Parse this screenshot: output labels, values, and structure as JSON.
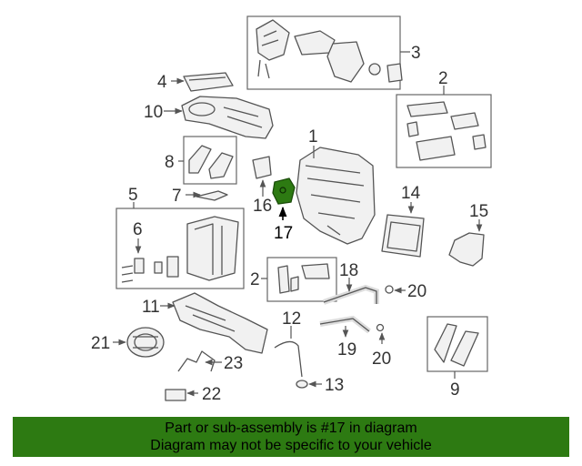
{
  "colors": {
    "highlight": "#2d7a12",
    "banner_bg": "#2d7a12",
    "text": "#333333"
  },
  "callouts": [
    {
      "id": "c1",
      "label": "1"
    },
    {
      "id": "c2a",
      "label": "2"
    },
    {
      "id": "c2b",
      "label": "2"
    },
    {
      "id": "c3",
      "label": "3"
    },
    {
      "id": "c4",
      "label": "4"
    },
    {
      "id": "c5",
      "label": "5"
    },
    {
      "id": "c6",
      "label": "6"
    },
    {
      "id": "c7",
      "label": "7"
    },
    {
      "id": "c8",
      "label": "8"
    },
    {
      "id": "c9",
      "label": "9"
    },
    {
      "id": "c10",
      "label": "10"
    },
    {
      "id": "c11",
      "label": "11"
    },
    {
      "id": "c12",
      "label": "12"
    },
    {
      "id": "c13",
      "label": "13"
    },
    {
      "id": "c14",
      "label": "14"
    },
    {
      "id": "c15",
      "label": "15"
    },
    {
      "id": "c16",
      "label": "16"
    },
    {
      "id": "c17",
      "label": "17"
    },
    {
      "id": "c18",
      "label": "18"
    },
    {
      "id": "c19",
      "label": "19"
    },
    {
      "id": "c20a",
      "label": "20"
    },
    {
      "id": "c20b",
      "label": "20"
    },
    {
      "id": "c21",
      "label": "21"
    },
    {
      "id": "c22",
      "label": "22"
    },
    {
      "id": "c23",
      "label": "23"
    }
  ],
  "banner": {
    "line1": "Part or sub-assembly is #17 in diagram",
    "line2": "Diagram may not be specific to your vehicle"
  }
}
